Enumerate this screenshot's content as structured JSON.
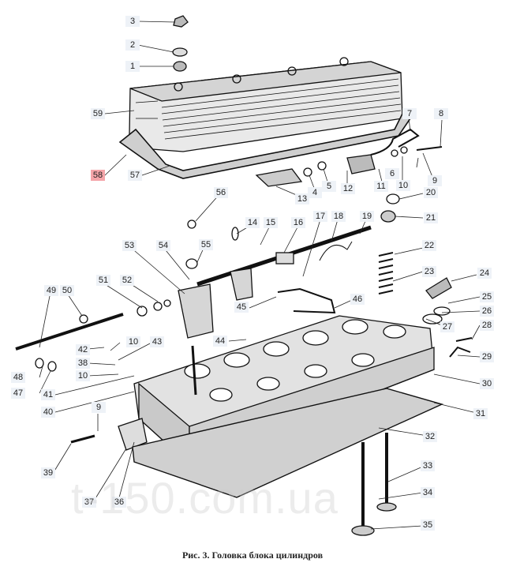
{
  "caption": "Рис. 3. Головка блока цилиндров",
  "watermark": "t-150.com.ua",
  "highlight_color": "#f4a4a8",
  "callout_bg": "#eef2f7",
  "callouts": [
    {
      "id": "3",
      "label": "3"
    },
    {
      "id": "2",
      "label": "2"
    },
    {
      "id": "1",
      "label": "1"
    },
    {
      "id": "59",
      "label": "59"
    },
    {
      "id": "58",
      "label": "58",
      "highlight": true
    },
    {
      "id": "57",
      "label": "57"
    },
    {
      "id": "7",
      "label": "7"
    },
    {
      "id": "8",
      "label": "8"
    },
    {
      "id": "6",
      "label": "6"
    },
    {
      "id": "13",
      "label": "13"
    },
    {
      "id": "4",
      "label": "4"
    },
    {
      "id": "5",
      "label": "5"
    },
    {
      "id": "12",
      "label": "12"
    },
    {
      "id": "11",
      "label": "11"
    },
    {
      "id": "10a",
      "label": "10"
    },
    {
      "id": "9a",
      "label": "9"
    },
    {
      "id": "20",
      "label": "20"
    },
    {
      "id": "21",
      "label": "21"
    },
    {
      "id": "56",
      "label": "56"
    },
    {
      "id": "14",
      "label": "14"
    },
    {
      "id": "15",
      "label": "15"
    },
    {
      "id": "16",
      "label": "16"
    },
    {
      "id": "17",
      "label": "17"
    },
    {
      "id": "18",
      "label": "18"
    },
    {
      "id": "19",
      "label": "19"
    },
    {
      "id": "53",
      "label": "53"
    },
    {
      "id": "54",
      "label": "54"
    },
    {
      "id": "55",
      "label": "55"
    },
    {
      "id": "22",
      "label": "22"
    },
    {
      "id": "24",
      "label": "24"
    },
    {
      "id": "23",
      "label": "23"
    },
    {
      "id": "49",
      "label": "49"
    },
    {
      "id": "50",
      "label": "50"
    },
    {
      "id": "51",
      "label": "51"
    },
    {
      "id": "52",
      "label": "52"
    },
    {
      "id": "25",
      "label": "25"
    },
    {
      "id": "45",
      "label": "45"
    },
    {
      "id": "46",
      "label": "46"
    },
    {
      "id": "26",
      "label": "26"
    },
    {
      "id": "27",
      "label": "27"
    },
    {
      "id": "28",
      "label": "28"
    },
    {
      "id": "10b",
      "label": "10"
    },
    {
      "id": "43",
      "label": "43"
    },
    {
      "id": "44",
      "label": "44"
    },
    {
      "id": "42",
      "label": "42"
    },
    {
      "id": "38",
      "label": "38"
    },
    {
      "id": "29",
      "label": "29"
    },
    {
      "id": "10c",
      "label": "10"
    },
    {
      "id": "48",
      "label": "48"
    },
    {
      "id": "47",
      "label": "47"
    },
    {
      "id": "41",
      "label": "41"
    },
    {
      "id": "30",
      "label": "30"
    },
    {
      "id": "40",
      "label": "40"
    },
    {
      "id": "9b",
      "label": "9"
    },
    {
      "id": "31",
      "label": "31"
    },
    {
      "id": "32",
      "label": "32"
    },
    {
      "id": "39",
      "label": "39"
    },
    {
      "id": "33",
      "label": "33"
    },
    {
      "id": "34",
      "label": "34"
    },
    {
      "id": "37",
      "label": "37"
    },
    {
      "id": "36",
      "label": "36"
    },
    {
      "id": "35",
      "label": "35"
    }
  ]
}
